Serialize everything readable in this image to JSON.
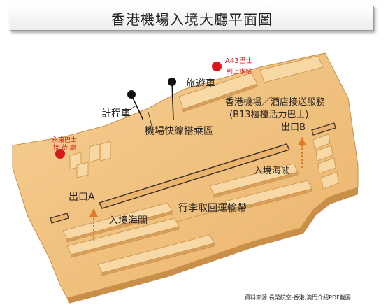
{
  "title": "香港機場入境大廳平面圖",
  "labels": {
    "a43_bus": "A43巴士",
    "to_sheung_shui": "到上水站",
    "tour_bus": "旅遊車",
    "taxi": "計程車",
    "airport_express": "機場快線搭乘區",
    "hotel_transfer": "香港機場／酒店接送服務",
    "b13_counter": "(B13櫃檯活力巴士)",
    "exit_b": "出口B",
    "long_win_bus": "永東巴士",
    "reception": "接 待 處",
    "arrival_gate_right": "入境海關",
    "exit_a": "出口A",
    "baggage": "行李取回運輸帶",
    "arrival_gate_left": "入境海關",
    "source": "資料來源:長榮航空-香港,澳門介紹PDF截圖"
  },
  "colors": {
    "floor": "#f0c07c",
    "floor_edge": "#c98f48",
    "marker_red": "#d8181b",
    "arrow_orange": "#e07a2a"
  }
}
